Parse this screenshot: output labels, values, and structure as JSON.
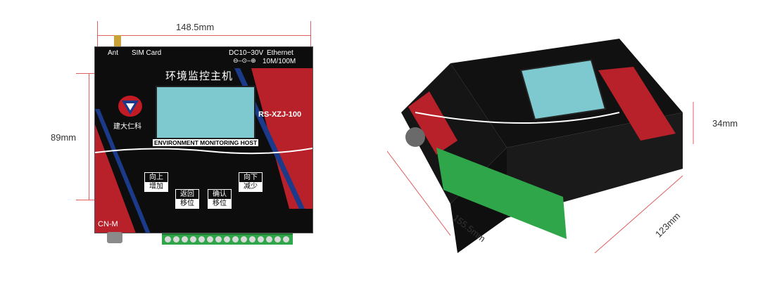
{
  "dimensions": {
    "width_top": "148.5mm",
    "height_left": "89mm",
    "depth_right": "34mm",
    "length_bottom": "155.5mm",
    "width_right": "123mm"
  },
  "panel": {
    "ant": "Ant",
    "sim": "SIM  Card",
    "power": "DC10~30V",
    "ethernet": "Ethernet",
    "speed": "10M/100M",
    "title": "环境监控主机",
    "subtitle": "ENVIRONMENT MONITORING HOST",
    "brand": "建大仁科",
    "model": "RS-XZJ-100",
    "conn": "CN-M"
  },
  "buttons": {
    "up_top": "向上",
    "up_bottom": "增加",
    "back_top": "返回",
    "back_bottom": "移位",
    "ok_top": "确认",
    "ok_bottom": "移位",
    "down_top": "向下",
    "down_bottom": "减少"
  },
  "colors": {
    "red": "#b8202a",
    "blue": "#1b3a8a",
    "screen": "#7ec8cf",
    "terminal": "#2fa64a"
  }
}
